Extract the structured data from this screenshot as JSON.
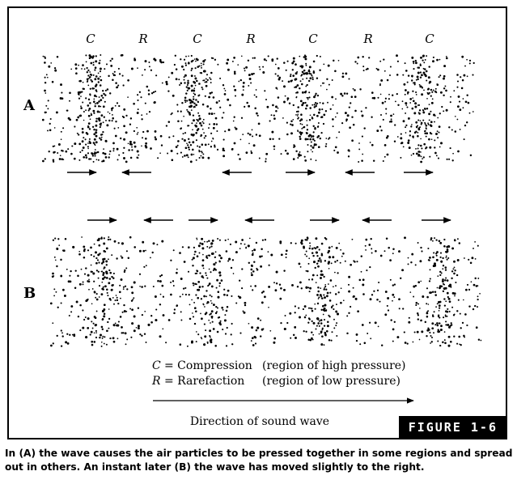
{
  "figure": {
    "tag": "FIGURE 1-6",
    "region_labels": [
      "C",
      "R",
      "C",
      "R",
      "C",
      "R",
      "C"
    ],
    "panel_a_label": "A",
    "panel_b_label": "B",
    "legend": {
      "c_symbol": "C",
      "c_equals": "= Compression",
      "c_desc": "(region of high pressure)",
      "r_symbol": "R",
      "r_equals": "= Rarefaction",
      "r_desc": "(region of low pressure)"
    },
    "direction_label": "Direction of sound wave",
    "arrows_a": [
      "right",
      "left",
      "left",
      "right",
      "left",
      "right"
    ],
    "arrows_b": [
      "right",
      "left",
      "right",
      "left",
      "right",
      "left",
      "right"
    ]
  },
  "caption": "In (A) the wave causes the air particles to be pressed together in some regions and spread out in others. An instant later (B) the wave has moved slightly to the right."
}
